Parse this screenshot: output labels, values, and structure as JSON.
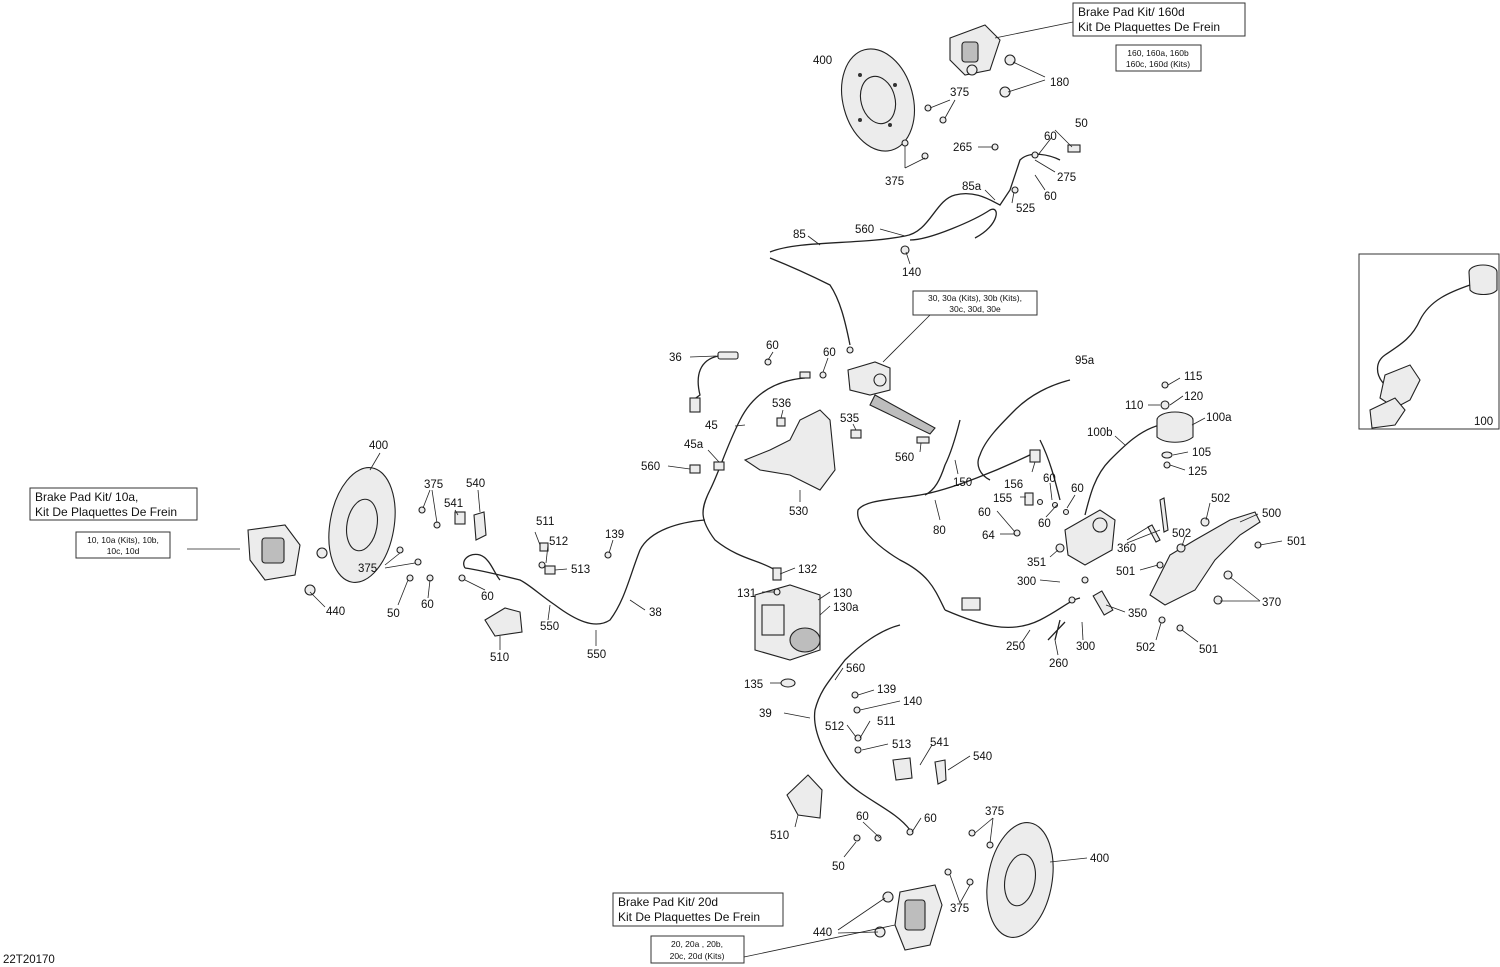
{
  "diagram_id": "22T20170",
  "kit_boxes": {
    "front_left_title_1": "Brake Pad Kit/ 10a,",
    "front_left_title_2": "Kit De Plaquettes De Frein",
    "front_left_kits_1": "10, 10a (Kits), 10b,",
    "front_left_kits_2": "10c, 10d",
    "rear_title_1": "Brake Pad Kit/ 160d",
    "rear_title_2": "Kit De Plaquettes De Frein",
    "rear_kits_1": "160, 160a, 160b",
    "rear_kits_2": "160c, 160d (Kits)",
    "front_right_title_1": "Brake Pad Kit/ 20d",
    "front_right_title_2": "Kit De Plaquettes De Frein",
    "front_right_kits_1": "20, 20a , 20b,",
    "front_right_kits_2": "20c, 20d  (Kits)",
    "master_kits_1": "30, 30a (Kits), 30b (Kits),",
    "master_kits_2": "30c, 30d, 30e",
    "inset_label": "100"
  },
  "callouts": {
    "c400_top": "400",
    "c375_top_a": "375",
    "c180": "180",
    "c265": "265",
    "c60_top_a": "60",
    "c50_top": "50",
    "c275": "275",
    "c375_top_b": "375",
    "c85a": "85a",
    "c525": "525",
    "c60_top_b": "60",
    "c560_top": "560",
    "c85": "85",
    "c140_top": "140",
    "c36": "36",
    "c60_m1": "60",
    "c60_m2": "60",
    "c95a": "95a",
    "c115": "115",
    "c120": "120",
    "c110": "110",
    "c100a": "100a",
    "c100b": "100b",
    "c105": "105",
    "c125": "125",
    "c536": "536",
    "c535": "535",
    "c45": "45",
    "c45a": "45a",
    "c560_mid": "560",
    "c560_m2": "560",
    "c150": "150",
    "c156": "156",
    "c60_r1": "60",
    "c60_r2": "60",
    "c155": "155",
    "c60_r3": "60",
    "c60_r4": "60",
    "c80": "80",
    "c530": "530",
    "c502_a": "502",
    "c500": "500",
    "c502_b": "502",
    "c501_a": "501",
    "c64": "64",
    "c360": "360",
    "c351": "351",
    "c501_b": "501",
    "c370": "370",
    "c300_a": "300",
    "c350": "350",
    "c300_b": "300",
    "c250": "250",
    "c260": "260",
    "c502_c": "502",
    "c501_c": "501",
    "c400_left": "400",
    "c375_left_a": "375",
    "c540_left": "540",
    "c541_left": "541",
    "c375_left_b": "375",
    "c50_left": "50",
    "c60_left_a": "60",
    "c60_left_b": "60",
    "c440_left": "440",
    "c511_left": "511",
    "c512_left": "512",
    "c513_left": "513",
    "c139_left": "139",
    "c38": "38",
    "c550_a": "550",
    "c550_b": "550",
    "c510_left": "510",
    "c132": "132",
    "c131": "131",
    "c130": "130",
    "c130a": "130a",
    "c135": "135",
    "c560_low": "560",
    "c139_low": "139",
    "c140_low": "140",
    "c39": "39",
    "c512_low": "512",
    "c511_low": "511",
    "c513_low": "513",
    "c541_low": "541",
    "c540_low": "540",
    "c510_low": "510",
    "c60_low_a": "60",
    "c60_low_b": "60",
    "c50_low": "50",
    "c375_low_a": "375",
    "c375_low_b": "375",
    "c400_low": "400",
    "c440_low": "440"
  }
}
